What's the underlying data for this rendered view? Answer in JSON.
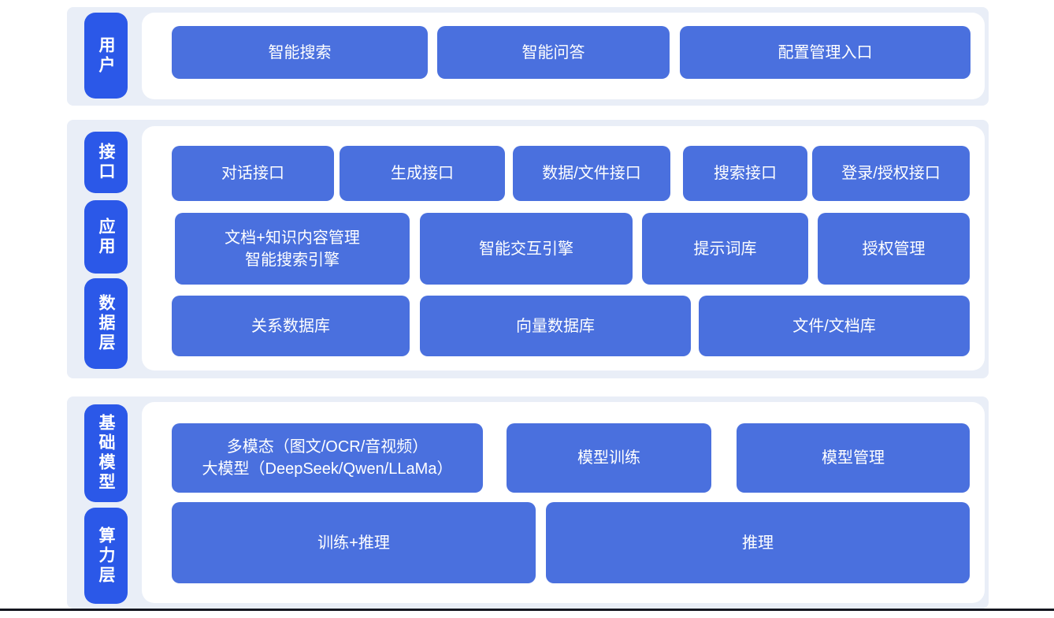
{
  "colors": {
    "page_bg": "#ffffff",
    "band_bg": "#e9eef7",
    "panel_bg": "#ffffff",
    "label_bg": "#2b58e8",
    "block_bg": "#4a70de",
    "block_text": "#ffffff",
    "bottom_bar": "#14161f"
  },
  "sections": [
    {
      "name": "user",
      "labels": [
        {
          "text": "用户"
        }
      ],
      "rows": [
        {
          "blocks": [
            {
              "lines": [
                "智能搜索"
              ]
            },
            {
              "lines": [
                "智能问答"
              ]
            },
            {
              "lines": [
                "配置管理入口"
              ]
            }
          ]
        }
      ]
    },
    {
      "name": "interface-application-data",
      "labels": [
        {
          "text": "接口"
        },
        {
          "text": "应用"
        },
        {
          "text": "数据层"
        }
      ],
      "rows": [
        {
          "blocks": [
            {
              "lines": [
                "对话接口"
              ]
            },
            {
              "lines": [
                "生成接口"
              ]
            },
            {
              "lines": [
                "数据/文件接口"
              ]
            },
            {
              "lines": [
                "搜索接口"
              ]
            },
            {
              "lines": [
                "登录/授权接口"
              ]
            }
          ]
        },
        {
          "blocks": [
            {
              "lines": [
                "文档+知识内容管理",
                "智能搜索引擎"
              ]
            },
            {
              "lines": [
                "智能交互引擎"
              ]
            },
            {
              "lines": [
                "提示词库"
              ]
            },
            {
              "lines": [
                "授权管理"
              ]
            }
          ]
        },
        {
          "blocks": [
            {
              "lines": [
                "关系数据库"
              ]
            },
            {
              "lines": [
                "向量数据库"
              ]
            },
            {
              "lines": [
                "文件/文档库"
              ]
            }
          ]
        }
      ]
    },
    {
      "name": "model-compute",
      "labels": [
        {
          "text": "基础模型"
        },
        {
          "text": "算力层"
        }
      ],
      "rows": [
        {
          "blocks": [
            {
              "lines": [
                "多模态（图文/OCR/音视频）",
                "大模型（DeepSeek/Qwen/LLaMa）"
              ]
            },
            {
              "lines": [
                "模型训练"
              ]
            },
            {
              "lines": [
                "模型管理"
              ]
            }
          ]
        },
        {
          "blocks": [
            {
              "lines": [
                "训练+推理"
              ]
            },
            {
              "lines": [
                "推理"
              ]
            }
          ]
        }
      ]
    }
  ]
}
